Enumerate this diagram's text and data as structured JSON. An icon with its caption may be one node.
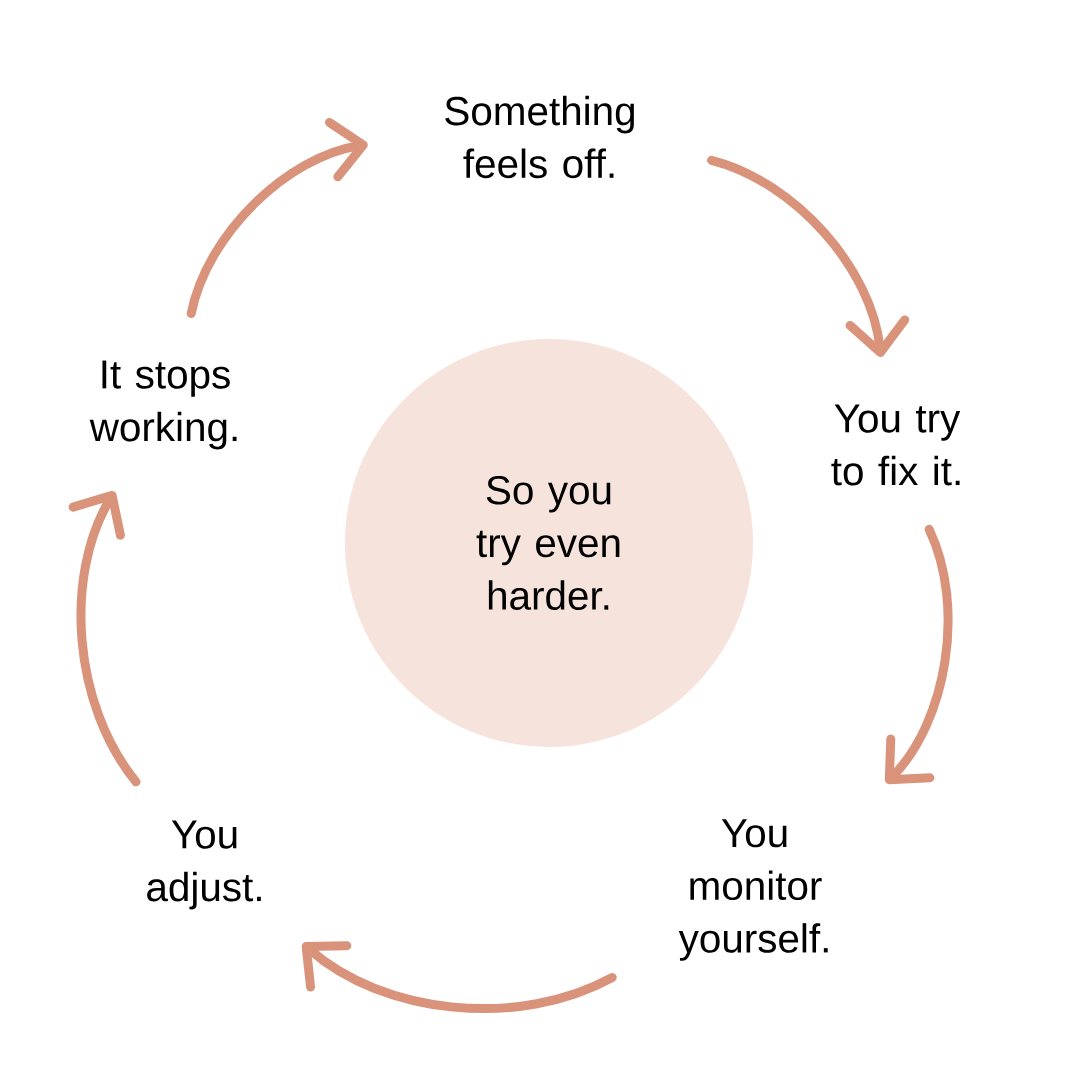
{
  "diagram": {
    "nodes": [
      {
        "text": [
          "Something feels off."
        ]
      },
      {
        "text": [
          "You try to fix it."
        ]
      },
      {
        "text": [
          "You monitor yourself."
        ]
      },
      {
        "text": [
          "You adjust."
        ]
      },
      {
        "text": [
          "It stops working."
        ]
      },
      {
        "text": [
          "So you try even harder."
        ]
      }
    ],
    "edges": [
      {
        "from": 0,
        "to": 1,
        "arrow": "to"
      },
      {
        "from": 1,
        "to": 2,
        "arrow": "to"
      },
      {
        "from": 2,
        "to": 3,
        "arrow": "to"
      },
      {
        "from": 3,
        "to": 4,
        "arrow": "to"
      },
      {
        "from": 4,
        "to": 0,
        "arrow": "to"
      }
    ]
  }
}
